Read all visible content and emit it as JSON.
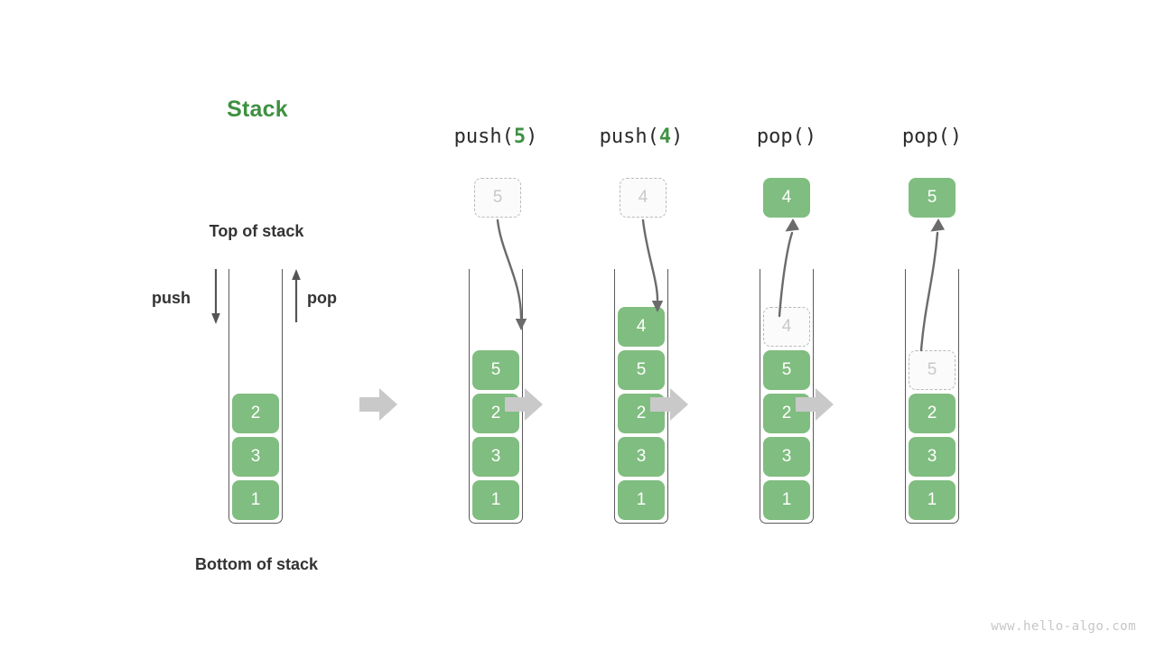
{
  "title": "Stack",
  "labels": {
    "top_of_stack": "Top of stack",
    "bottom_of_stack": "Bottom of stack",
    "push": "push",
    "pop": "pop"
  },
  "colors": {
    "accent_green": "#3f9142",
    "cell_green": "#80bd80",
    "ghost_border": "#b9b9b9",
    "ghost_text": "#c9c9c9",
    "arrow_gray": "#6b6b6b",
    "step_arrow_gray": "#c9c9c9",
    "text_dark": "#333333",
    "watermark": "#c6c6c6"
  },
  "initial_stack": {
    "name": "initial",
    "cells": [
      "2",
      "3",
      "1"
    ]
  },
  "steps": [
    {
      "op_prefix": "push(",
      "op_arg": "5",
      "op_suffix": ")",
      "op_full": "push(5)",
      "direction": "in",
      "floating_value": "5",
      "floating_style": "ghost",
      "cells": [
        "5",
        "2",
        "3",
        "1"
      ],
      "cell_styles": [
        "filled",
        "filled",
        "filled",
        "filled"
      ]
    },
    {
      "op_prefix": "push(",
      "op_arg": "4",
      "op_suffix": ")",
      "op_full": "push(4)",
      "direction": "in",
      "floating_value": "4",
      "floating_style": "ghost",
      "cells": [
        "4",
        "5",
        "2",
        "3",
        "1"
      ],
      "cell_styles": [
        "filled",
        "filled",
        "filled",
        "filled",
        "filled"
      ]
    },
    {
      "op_prefix": "pop(",
      "op_arg": "",
      "op_suffix": ")",
      "op_full": "pop()",
      "direction": "out",
      "floating_value": "4",
      "floating_style": "filled",
      "cells": [
        "4",
        "5",
        "2",
        "3",
        "1"
      ],
      "cell_styles": [
        "ghost",
        "filled",
        "filled",
        "filled",
        "filled"
      ]
    },
    {
      "op_prefix": "pop(",
      "op_arg": "",
      "op_suffix": ")",
      "op_full": "pop()",
      "direction": "out",
      "floating_value": "5",
      "floating_style": "filled",
      "cells": [
        "5",
        "2",
        "3",
        "1"
      ],
      "cell_styles": [
        "ghost",
        "filled",
        "filled",
        "filled"
      ]
    }
  ],
  "watermark": "www.hello-algo.com"
}
